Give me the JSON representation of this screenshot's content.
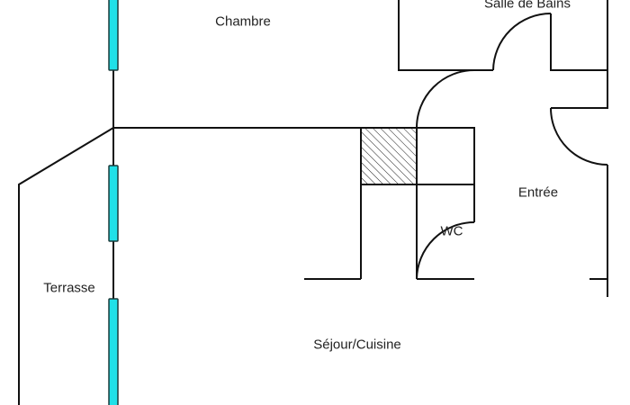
{
  "rooms": {
    "chambre": "Chambre",
    "salle_de_bains": "Salle de Bains",
    "entree": "Entrée",
    "wc": "WC",
    "terrasse": "Terrasse",
    "sejour_cuisine": "Séjour/Cuisine"
  },
  "colors": {
    "wall": "#111111",
    "window": "#1fe0e8",
    "background": "#ffffff"
  }
}
